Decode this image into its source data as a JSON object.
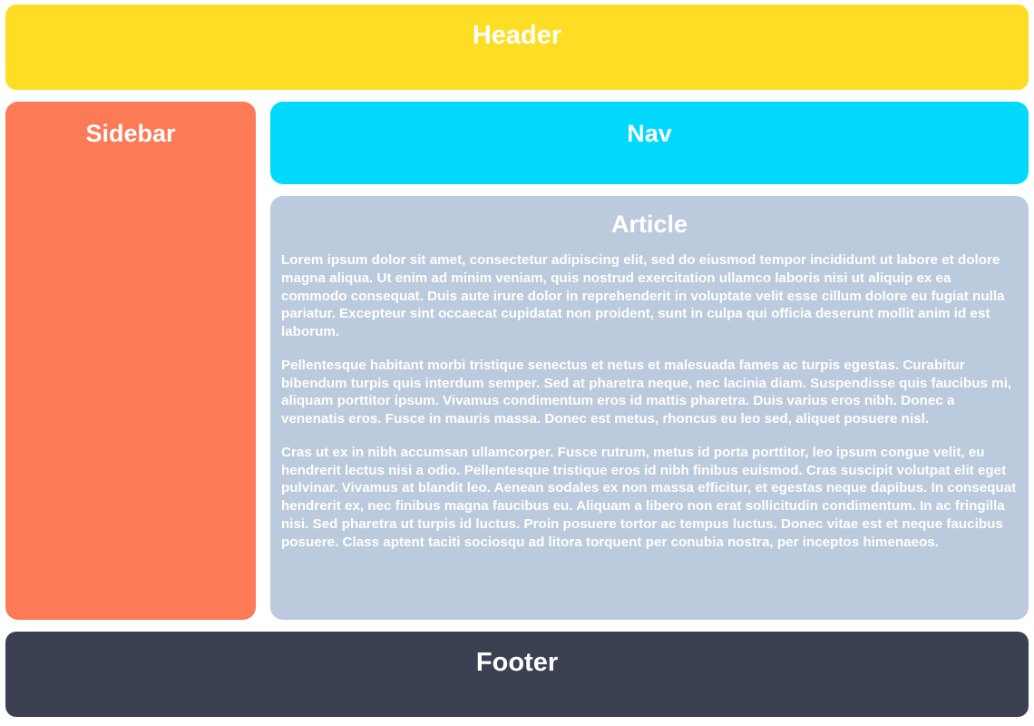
{
  "page": {
    "background_color": "#ffffff",
    "text_color": "#ffffff"
  },
  "regions": {
    "header": {
      "label": "Header",
      "color": "#FEDE24"
    },
    "sidebar": {
      "label": "Sidebar",
      "color": "#FC7A55"
    },
    "nav": {
      "label": "Nav",
      "color": "#00D9FC"
    },
    "article": {
      "label": "Article",
      "color": "#BCCADD",
      "paragraphs": [
        "Lorem ipsum dolor sit amet, consectetur adipiscing elit, sed do eiusmod tempor incididunt ut labore et dolore magna aliqua. Ut enim ad minim veniam, quis nostrud exercitation ullamco laboris nisi ut aliquip ex ea commodo consequat. Duis aute irure dolor in reprehenderit in voluptate velit esse cillum dolore eu fugiat nulla pariatur. Excepteur sint occaecat cupidatat non proident, sunt in culpa qui officia deserunt mollit anim id est laborum.",
        "Pellentesque habitant morbi tristique senectus et netus et malesuada fames ac turpis egestas. Curabitur bibendum turpis quis interdum semper. Sed at pharetra neque, nec lacinia diam. Suspendisse quis faucibus mi, aliquam porttitor ipsum. Vivamus condimentum eros id mattis pharetra. Duis varius eros nibh. Donec a venenatis eros. Fusce in mauris massa. Donec est metus, rhoncus eu leo sed, aliquet posuere nisl.",
        "Cras ut ex in nibh accumsan ullamcorper. Fusce rutrum, metus id porta porttitor, leo ipsum congue velit, eu hendrerit lectus nisi a odio. Pellentesque tristique eros id nibh finibus euismod. Cras suscipit volutpat elit eget pulvinar. Vivamus at blandit leo. Aenean sodales ex non massa efficitur, et egestas neque dapibus. In consequat hendrerit ex, nec finibus magna faucibus eu. Aliquam a libero non erat sollicitudin condimentum. In ac fringilla nisi. Sed pharetra ut turpis id luctus. Proin posuere tortor ac tempus luctus. Donec vitae est et neque faucibus posuere. Class aptent taciti sociosqu ad litora torquent per conubia nostra, per inceptos himenaeos."
      ]
    },
    "footer": {
      "label": "Footer",
      "color": "#3B4150"
    }
  }
}
